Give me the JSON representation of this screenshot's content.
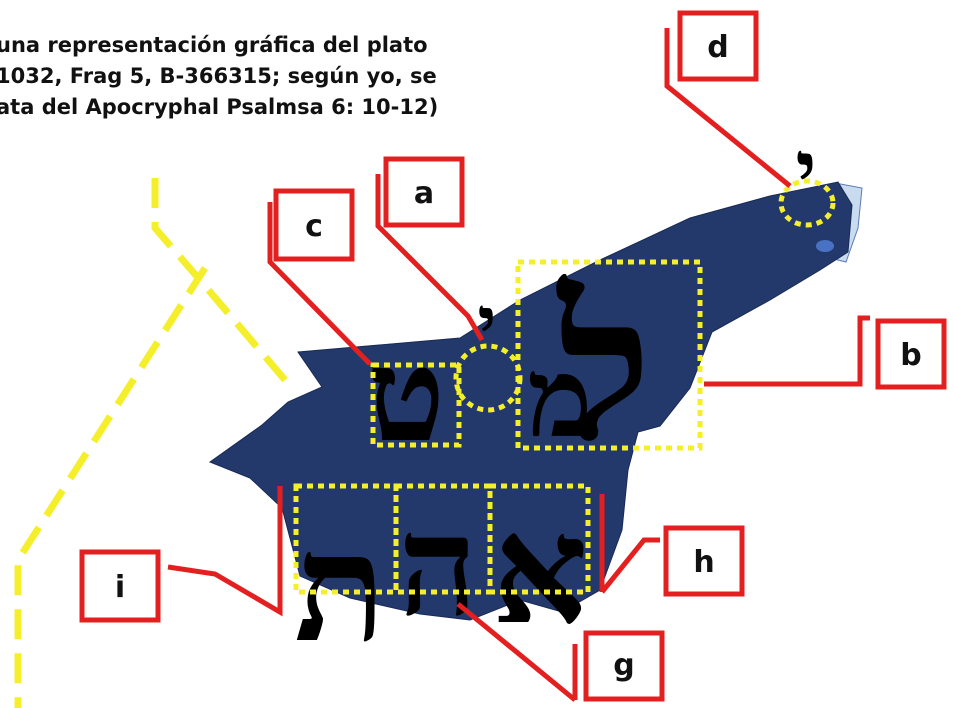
{
  "caption": {
    "line1": "una representación gráfica del plato",
    "line2": "1032, Frag 5, B-366315; según yo, se",
    "line3": "ata del Apocryphal Psalmsa 6: 10-12)"
  },
  "hebrew": {
    "letter_lamed": "ל",
    "letter_mem": "מ",
    "letter_yod_a": "י",
    "letter_tet": "ט",
    "letter_yod_d": "י",
    "letter_alef": "א",
    "letter_he": "ה",
    "letter_tav": "ת"
  },
  "labels": {
    "a": "a",
    "b": "b",
    "c": "c",
    "d": "d",
    "g": "g",
    "h": "h",
    "i": "i"
  },
  "colors": {
    "fragment": "#24396b",
    "fragment_light": "#c9dcef",
    "callout": "#e41f1f",
    "dotted": "#f4ef2a"
  }
}
